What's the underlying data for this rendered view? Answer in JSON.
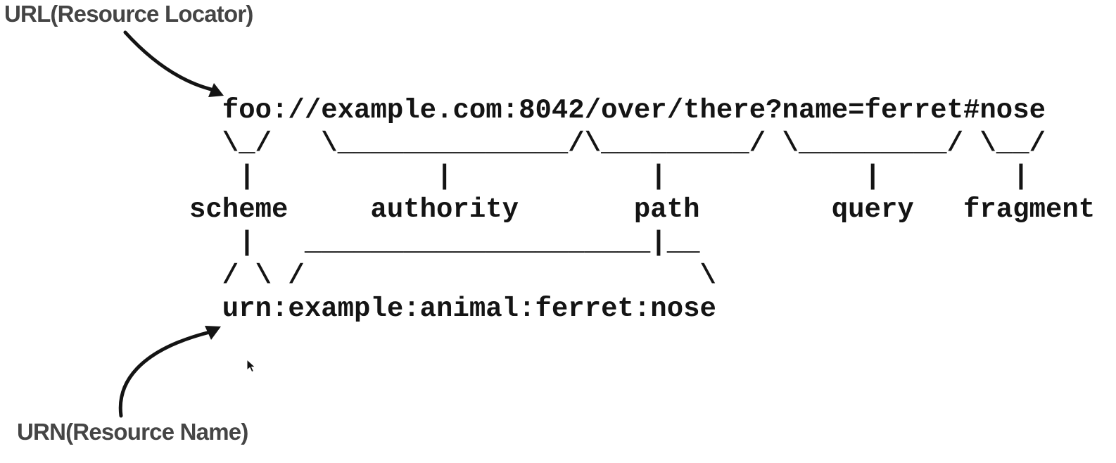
{
  "labels": {
    "url": "URL(Resource Locator)",
    "urn": "URN(Resource Name)"
  },
  "diagram": {
    "uri_example": "foo://example.com:8042/over/there?name=ferret#nose",
    "urn_example": "urn:example:animal:ferret:nose",
    "component_labels": [
      "scheme",
      "authority",
      "path",
      "query",
      "fragment"
    ],
    "ascii": "  foo://example.com:8042/over/there?name=ferret#nose\n  \\_/   \\______________/\\_________/ \\_________/ \\__/\n   |           |            |            |        |\nscheme     authority       path        query   fragment\n   |   _____________________|__\n  / \\ /                        \\\n  urn:example:animal:ferret:nose"
  },
  "icons": {
    "url_arrow": "hand-drawn-curved-arrow",
    "urn_arrow": "hand-drawn-curved-arrow",
    "mouse_cursor": "arrow-pointer"
  },
  "colors": {
    "background": "#ffffff",
    "ink": "#141414",
    "label_gray": "#454545"
  }
}
